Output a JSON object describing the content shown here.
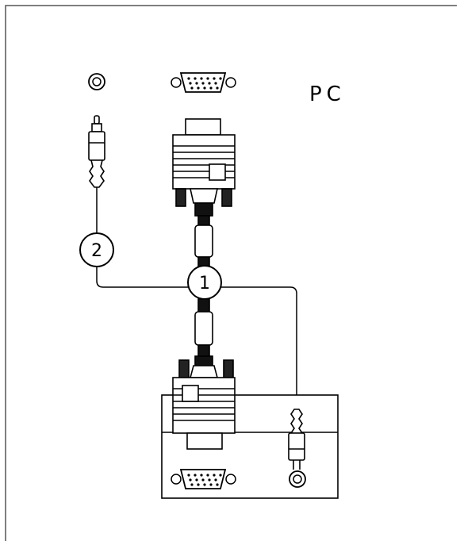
{
  "labels": {
    "pc": "PC",
    "callout_1": "1",
    "callout_2": "2"
  },
  "colors": {
    "line": "#000000",
    "background": "#ffffff",
    "frame": "#555555"
  }
}
